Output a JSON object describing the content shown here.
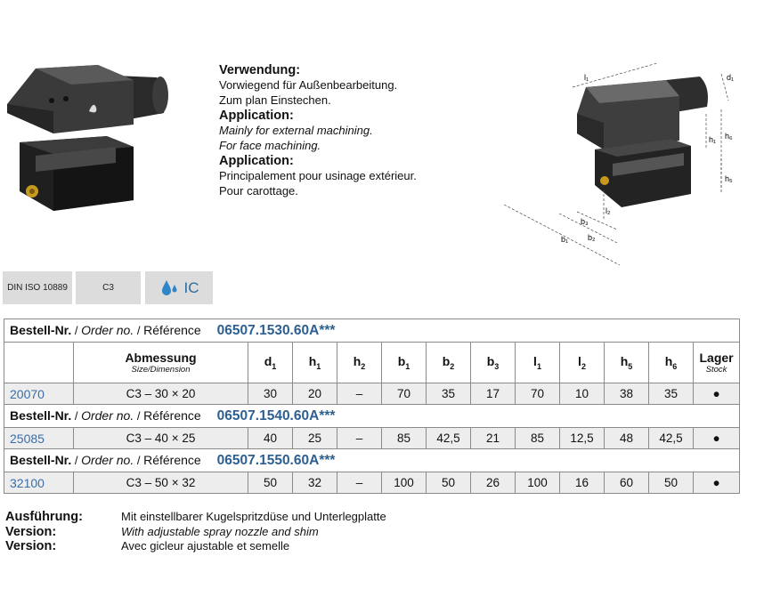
{
  "description": {
    "de_heading": "Verwendung:",
    "de_line1": "Vorwiegend für Außenbearbeitung.",
    "de_line2": "Zum plan Einstechen.",
    "en_heading": "Application:",
    "en_line1": "Mainly for external machining.",
    "en_line2": "For face machining.",
    "fr_heading": "Application:",
    "fr_line1": "Principalement pour usinage extérieur.",
    "fr_line2": "Pour carottage."
  },
  "drawing_labels": {
    "l1": "l₁",
    "d1": "d₁",
    "h1": "h₁",
    "h6": "h₆",
    "h5": "h₅",
    "b3": "b₃",
    "l2": "l₂",
    "b2": "b₂",
    "b1": "b₁"
  },
  "badges": {
    "standard": "DIN ISO 10889",
    "size": "C3",
    "coolant": "IC"
  },
  "table": {
    "order_label_de": "Bestell-Nr.",
    "order_label_en": "Order no.",
    "order_label_fr": "Référence",
    "slash": " / ",
    "dimension_de": "Abmessung",
    "dimension_en": "Size/Dimension",
    "stock_de": "Lager",
    "stock_en": "Stock",
    "columns": [
      "d",
      "h",
      "h",
      "b",
      "b",
      "b",
      "l",
      "l",
      "h",
      "h"
    ],
    "column_subs": [
      "1",
      "1",
      "2",
      "1",
      "2",
      "3",
      "1",
      "2",
      "5",
      "6"
    ],
    "groups": [
      {
        "ref": "06507.1530.60A",
        "ref_suffix": "***",
        "row": {
          "code": "20070",
          "size": "C3 – 30 × 20",
          "values": [
            "30",
            "20",
            "–",
            "70",
            "35",
            "17",
            "70",
            "10",
            "38",
            "35"
          ],
          "stock": "●"
        }
      },
      {
        "ref": "06507.1540.60A",
        "ref_suffix": "***",
        "row": {
          "code": "25085",
          "size": "C3 – 40 × 25",
          "values": [
            "40",
            "25",
            "–",
            "85",
            "42,5",
            "21",
            "85",
            "12,5",
            "48",
            "42,5"
          ],
          "stock": "●"
        }
      },
      {
        "ref": "06507.1550.60A",
        "ref_suffix": "***",
        "row": {
          "code": "32100",
          "size": "C3 – 50 × 32",
          "values": [
            "50",
            "32",
            "–",
            "100",
            "50",
            "26",
            "100",
            "16",
            "60",
            "50"
          ],
          "stock": "●"
        }
      }
    ]
  },
  "footer": {
    "rows": [
      {
        "key": "Ausführung:",
        "value": "Mit einstellbarer Kugelspritzdüse und Unterlegplatte"
      },
      {
        "key": "Version:",
        "value": "With adjustable spray nozzle and shim"
      },
      {
        "key": "Version:",
        "value": "Avec gicleur ajustable et semelle"
      }
    ]
  }
}
